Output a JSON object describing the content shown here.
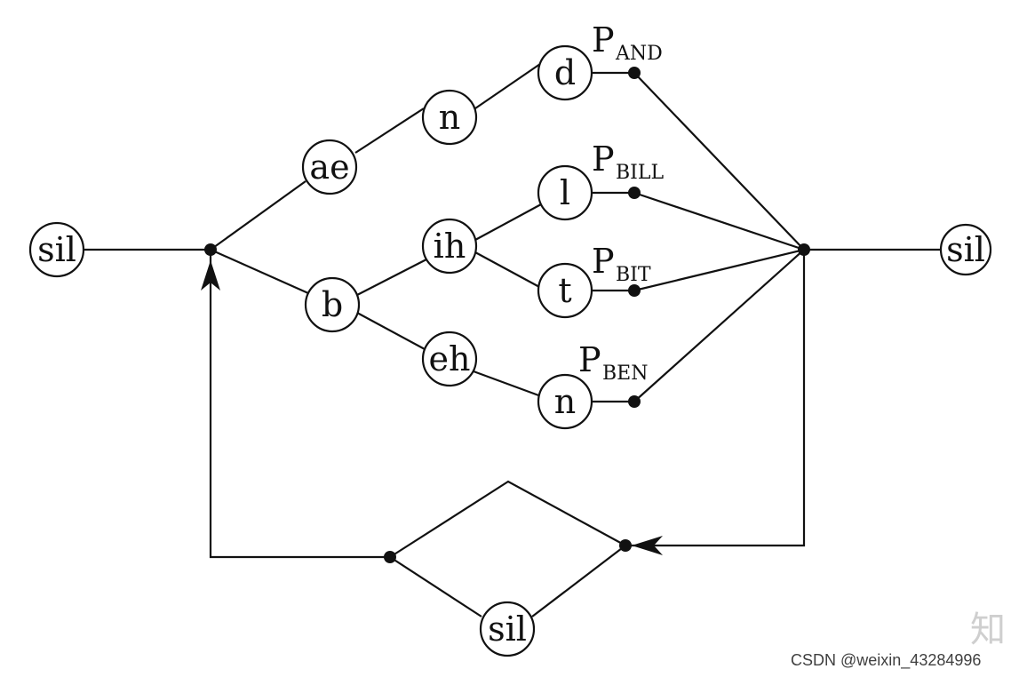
{
  "diagram": {
    "nodes": {
      "sil_left": "sil",
      "ae": "ae",
      "n_top": "n",
      "d": "d",
      "b": "b",
      "ih": "ih",
      "l": "l",
      "t": "t",
      "eh": "eh",
      "n_bottom": "n",
      "sil_right": "sil",
      "sil_loop": "sil"
    },
    "probabilities": {
      "and": {
        "main": "P",
        "sub": "AND"
      },
      "bill": {
        "main": "P",
        "sub": "BILL"
      },
      "bit": {
        "main": "P",
        "sub": "BIT"
      },
      "ben": {
        "main": "P",
        "sub": "BEN"
      }
    }
  },
  "watermark": {
    "glyph": "知",
    "text": "CSDN @weixin_43284996"
  }
}
